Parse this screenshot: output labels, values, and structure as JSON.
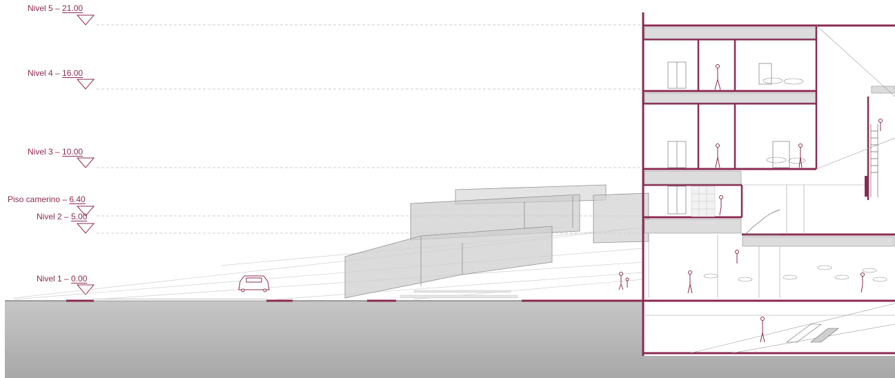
{
  "colors": {
    "accent": "#8a2a52",
    "ground_top": "#c4c4c4",
    "ground_bottom": "#a9a9a9",
    "line": "#6f6f6f",
    "glass": "#bdbdbd"
  },
  "levels": [
    {
      "name": "Nivel 5",
      "value": "21.00"
    },
    {
      "name": "Nivel 4",
      "value": "16.00"
    },
    {
      "name": "Nivel 3",
      "value": "10.00"
    },
    {
      "name": "Piso camerino",
      "value": "6.40"
    },
    {
      "name": "Nivel 2",
      "value": "5.00"
    },
    {
      "name": "Nivel 1",
      "value": "0.00"
    }
  ],
  "icons": {
    "level_marker": "inverted-triangle-icon",
    "car": "car-icon",
    "person": "person-icon"
  }
}
